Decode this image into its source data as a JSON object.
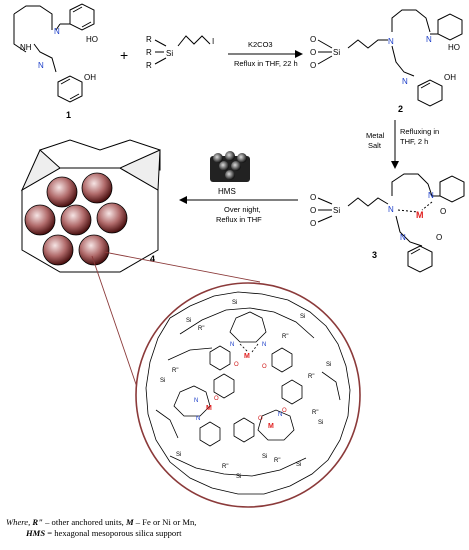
{
  "reaction": {
    "step1": {
      "reagent": "K2CO3",
      "conditions": "Reflux in THF, 22 h"
    },
    "step2": {
      "reagent_line1": "Metal",
      "reagent_line2": "Salt",
      "conditions_line1": "Refluxing in",
      "conditions_line2": "THF, 2 h"
    },
    "step3": {
      "reagent": "HMS",
      "conditions_line1": "Over night,",
      "conditions_line2": "Reflux in THF"
    }
  },
  "compounds": {
    "c1": "1",
    "c2": "2",
    "c3": "3",
    "c4": "4"
  },
  "atoms": {
    "N": "N",
    "NH": "NH",
    "OH": "HO",
    "OH2": "OH",
    "O": "O",
    "Si": "Si",
    "R": "R",
    "I": "I",
    "M": "M",
    "Rpp": "R\""
  },
  "caption": {
    "line1_prefix": "Where, ",
    "line1_R": "R\"",
    "line1_mid": " – other anchored units, ",
    "line1_M": "M",
    "line1_suffix": " – Fe or Ni or Mn,",
    "line2_HMS": "HMS",
    "line2_suffix": " = hexagonal mesoporous silica support"
  },
  "colors": {
    "sphere_dark": "#5a1a1a",
    "sphere_light": "#f3d9d9",
    "metal": "#e02020",
    "nitrogen": "#1a3cc8",
    "oxygen": "#d01818",
    "circle_border": "#8b3a3a"
  }
}
